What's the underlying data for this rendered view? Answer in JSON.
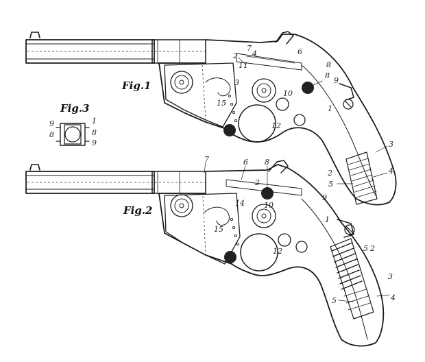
{
  "figures": {
    "fig1": {
      "label": "Fig.1"
    },
    "fig2": {
      "label": "Fig.2"
    },
    "fig3": {
      "label": "Fig.3"
    }
  },
  "fig1_numbers": {
    "n2": "2",
    "n7": "7",
    "n4": "4",
    "n6": "6",
    "n8": "8",
    "n9": "9",
    "n11": "11",
    "n3": "3",
    "n15": "15",
    "n10": "10",
    "n12": "12",
    "n1": "1",
    "n5": "5"
  },
  "fig2_numbers": {
    "n7": "7",
    "n6": "6",
    "n8": "8",
    "n2": "2",
    "n14": "14",
    "n10": "10",
    "n9": "9",
    "n1": "1",
    "n15": "15",
    "n12": "12",
    "n5": "5",
    "n3": "3",
    "n4": "4"
  },
  "fig3_numbers": {
    "n9a": "9",
    "n1": "1",
    "n8a": "8",
    "n8b": "8",
    "n9b": "9"
  }
}
